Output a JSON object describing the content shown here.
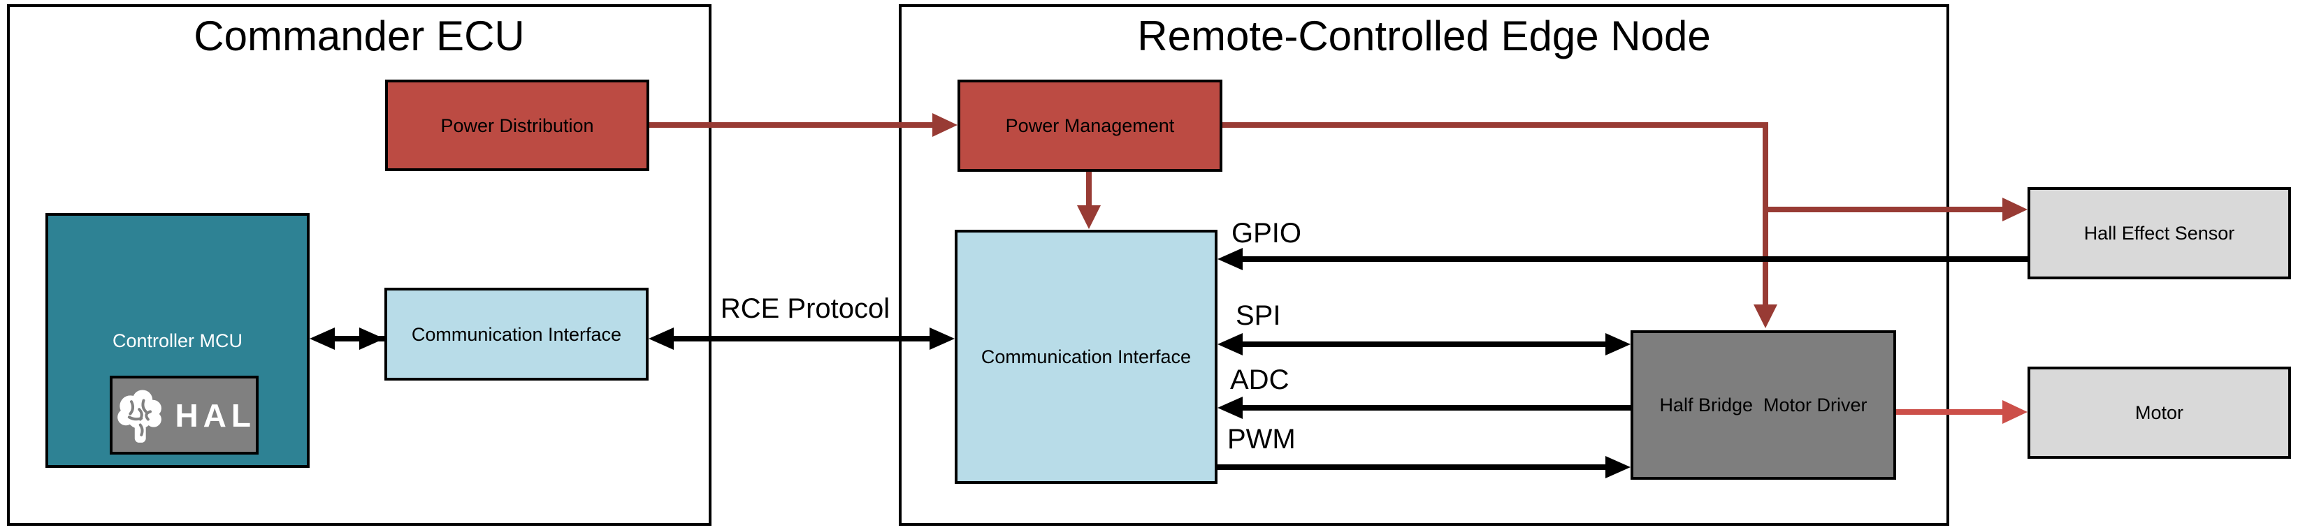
{
  "commander": {
    "title": "Commander ECU",
    "power_distribution": {
      "label": "Power Distribution"
    },
    "controller_mcu": {
      "label": "Controller MCU"
    },
    "hal": {
      "label": "HAL",
      "icon": "brain-icon"
    },
    "comm_interface": {
      "label": "Communication Interface"
    }
  },
  "edge_node": {
    "title": "Remote-Controlled Edge Node",
    "power_management": {
      "label": "Power Management"
    },
    "comm_interface": {
      "label": "Communication Interface"
    },
    "half_bridge": {
      "label": "Half Bridge  Motor Driver"
    }
  },
  "peripherals": {
    "hall_sensor": {
      "label": "Hall Effect Sensor"
    },
    "motor": {
      "label": "Motor"
    }
  },
  "buses": {
    "rce_protocol": {
      "label": "RCE Protocol"
    },
    "gpio": {
      "label": "GPIO"
    },
    "spi": {
      "label": "SPI"
    },
    "adc": {
      "label": "ADC"
    },
    "pwm": {
      "label": "PWM"
    }
  },
  "colors": {
    "power_box_fill": "#BC4B43",
    "power_line": "#983B34",
    "motor_line": "#CC4F49",
    "mcu_fill": "#2E8294",
    "comm_fill": "#B8DCE8",
    "hal_badge_fill": "#808080",
    "driver_fill": "#7E7E7E",
    "peripheral_fill": "#D9D9D9",
    "signal_line": "#000000",
    "border": "#000000"
  }
}
